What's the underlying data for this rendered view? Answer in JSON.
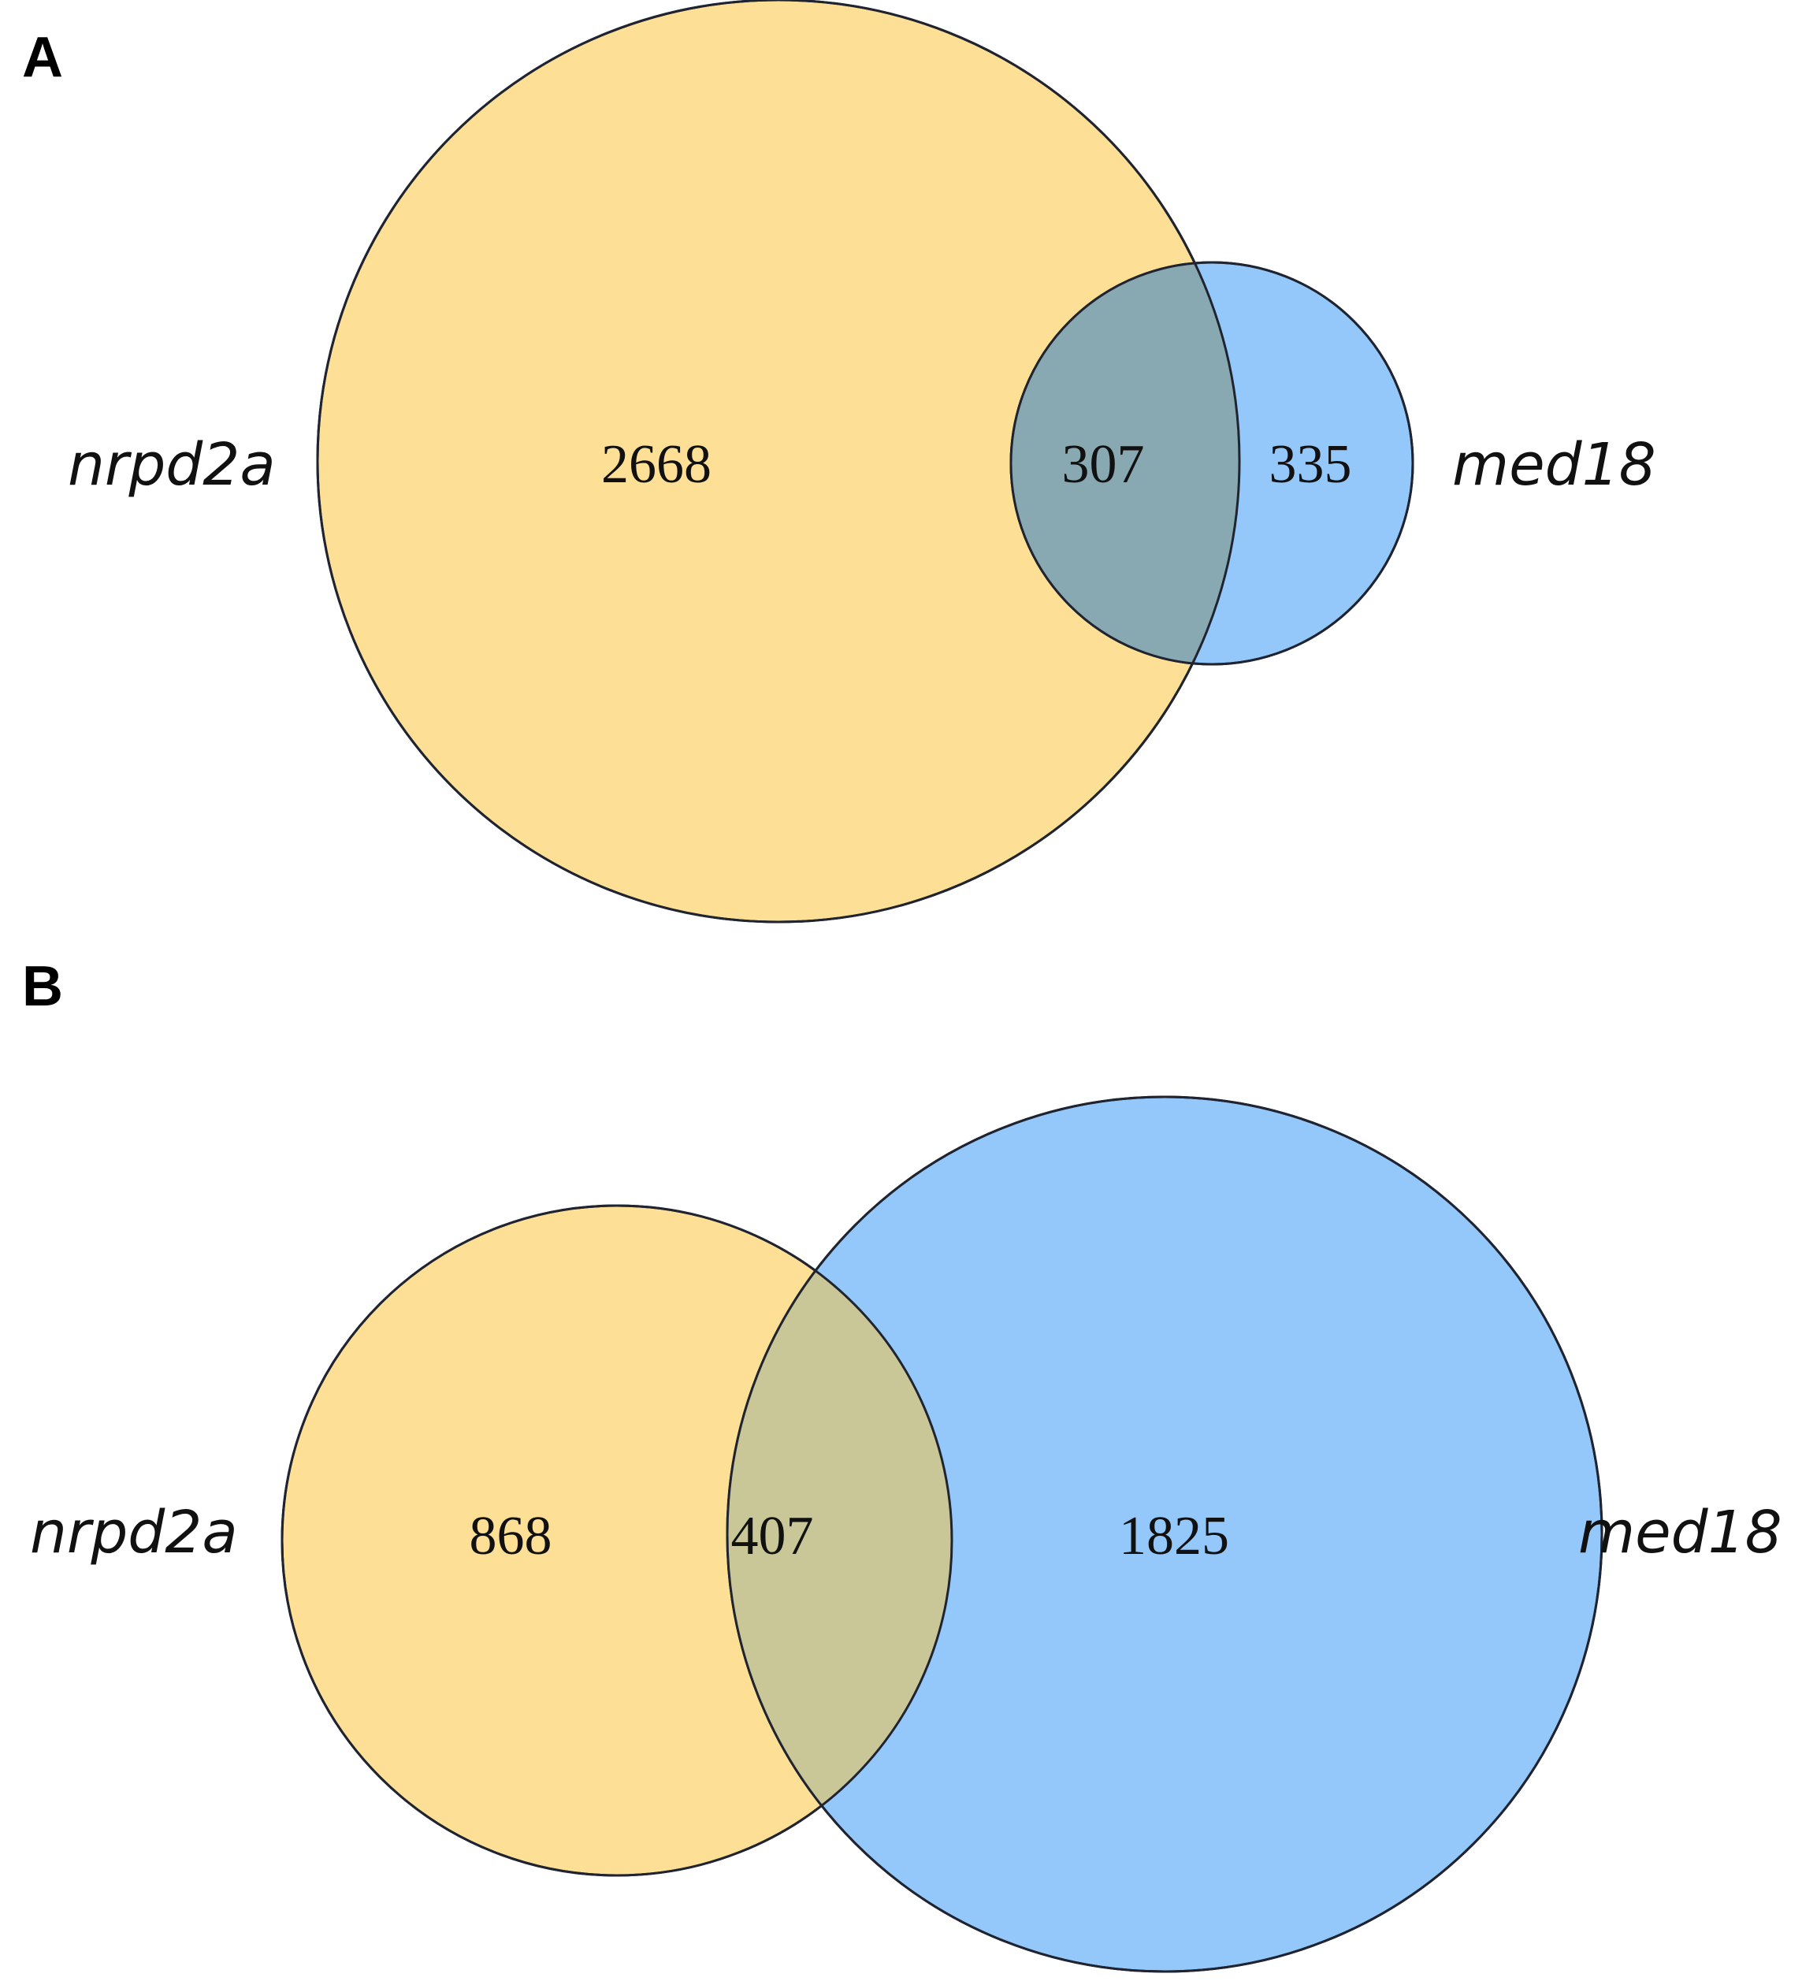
{
  "colors": {
    "nrpd2a": "#fddf96",
    "med18": "#94c8fb",
    "overlap_a": "#89a9b2",
    "overlap_b": "#c9c798",
    "outline": "#1f2430"
  },
  "panels": [
    {
      "letter": "A",
      "left_label": "nrpd2a",
      "right_label": "med18",
      "nrpd2a_only": "2668",
      "overlap": "307",
      "med18_only": "335"
    },
    {
      "letter": "B",
      "left_label": "nrpd2a",
      "right_label": "med18",
      "nrpd2a_only": "868",
      "overlap": "407",
      "med18_only": "1825"
    }
  ]
}
